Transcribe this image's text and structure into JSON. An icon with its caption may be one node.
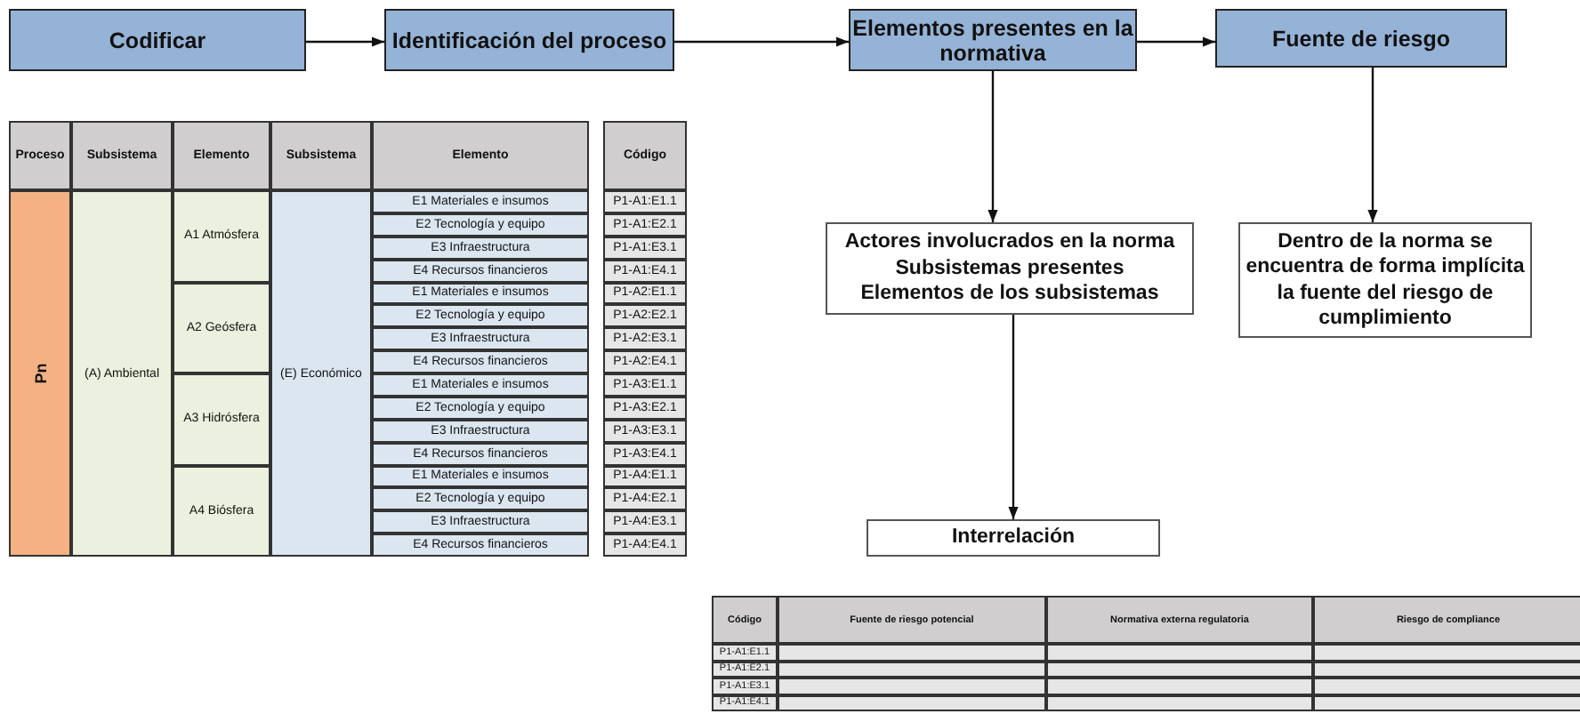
{
  "diagram": {
    "nodes": [
      {
        "text": [
          "Codificar"
        ]
      },
      {
        "text": [
          "Identificación del proceso"
        ]
      },
      {
        "text": [
          "Elementos presentes en la normativa"
        ]
      },
      {
        "text": [
          "Fuente de riesgo"
        ]
      },
      {
        "text": [
          "Actores involucrados en la norma",
          "Subsistemas presentes",
          "Elementos de los subsistemas"
        ]
      },
      {
        "text": [
          "Dentro de la norma se encuentra de forma implícita la fuente del riesgo de cumplimiento"
        ]
      },
      {
        "text": [
          "Interrelación"
        ]
      }
    ],
    "edges": [
      {
        "from": 0,
        "to": 1,
        "arrow": "to"
      },
      {
        "from": 1,
        "to": 2,
        "arrow": "to"
      },
      {
        "from": 2,
        "to": 3,
        "arrow": "to"
      },
      {
        "from": 2,
        "to": 4,
        "arrow": "to"
      },
      {
        "from": 3,
        "to": 5,
        "arrow": "to"
      },
      {
        "from": 4,
        "to": 6,
        "arrow": "to"
      }
    ],
    "labels": [
      "Proceso",
      "Subsistema",
      "Elemento",
      "Subsistema",
      "Elemento",
      "Código",
      "Pn",
      "(A) Ambiental",
      "A1 Atmósfera",
      "(E) Económico",
      "E1 Materiales e insumos",
      "P1-A1:E1.1",
      "E2 Tecnología y equipo",
      "P1-A1:E2.1",
      "E3 Infraestructura",
      "P1-A1:E3.1",
      "E4 Recursos financieros",
      "P1-A1:E4.1",
      "A2 Geósfera",
      "E1 Materiales e insumos",
      "P1-A2:E1.1",
      "E2 Tecnología y equipo",
      "P1-A2:E2.1",
      "E3 Infraestructura",
      "P1-A2:E3.1",
      "E4 Recursos financieros",
      "P1-A2:E4.1",
      "A3 Hidrósfera",
      "E1 Materiales e insumos",
      "P1-A3:E1.1",
      "E2 Tecnología y equipo",
      "P1-A3:E2.1",
      "E3 Infraestructura",
      "P1-A3:E3.1",
      "E4 Recursos financieros",
      "P1-A3:E4.1",
      "A4 Biósfera",
      "E1 Materiales e insumos",
      "P1-A4:E1.1",
      "E2 Tecnología y equipo",
      "P1-A4:E2.1",
      "E3 Infraestructura",
      "P1-A4:E3.1",
      "E4 Recursos financieros",
      "P1-A4:E4.1",
      "Código",
      "Fuente de riesgo potencial",
      "Normativa externa regulatoria",
      "Riesgo de compliance",
      "P1-A1:E1.1",
      "P1-A1:E2.1",
      "P1-A1:E3.1",
      "P1-A1:E4.1"
    ]
  }
}
